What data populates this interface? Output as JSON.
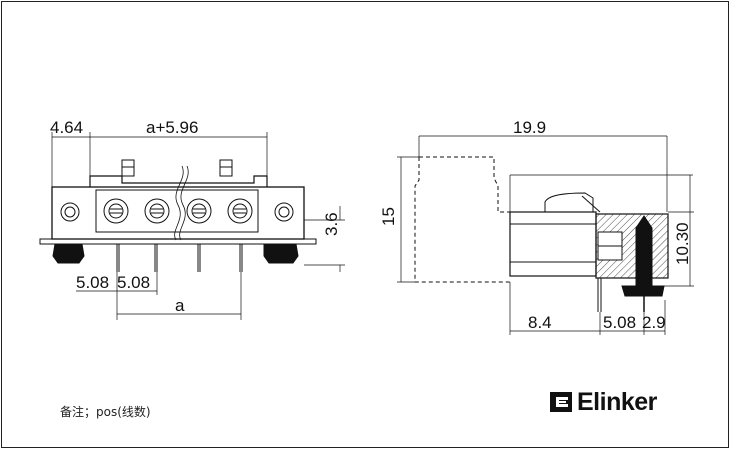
{
  "front_view": {
    "dim_left_offset": "4.64",
    "dim_top_width": "a+5.96",
    "dim_height": "3.6",
    "dim_pitch_1": "5.08",
    "dim_pitch_2": "5.08",
    "dim_bottom_width": "a"
  },
  "side_view": {
    "dim_depth": "19.9",
    "dim_height": "15",
    "dim_pin_height": "10.30",
    "dim_base": "8.4",
    "dim_pitch": "5.08",
    "dim_offset": "2.9"
  },
  "footer": {
    "note": "备注；pos(线数)",
    "logo_text": "Elinker"
  }
}
